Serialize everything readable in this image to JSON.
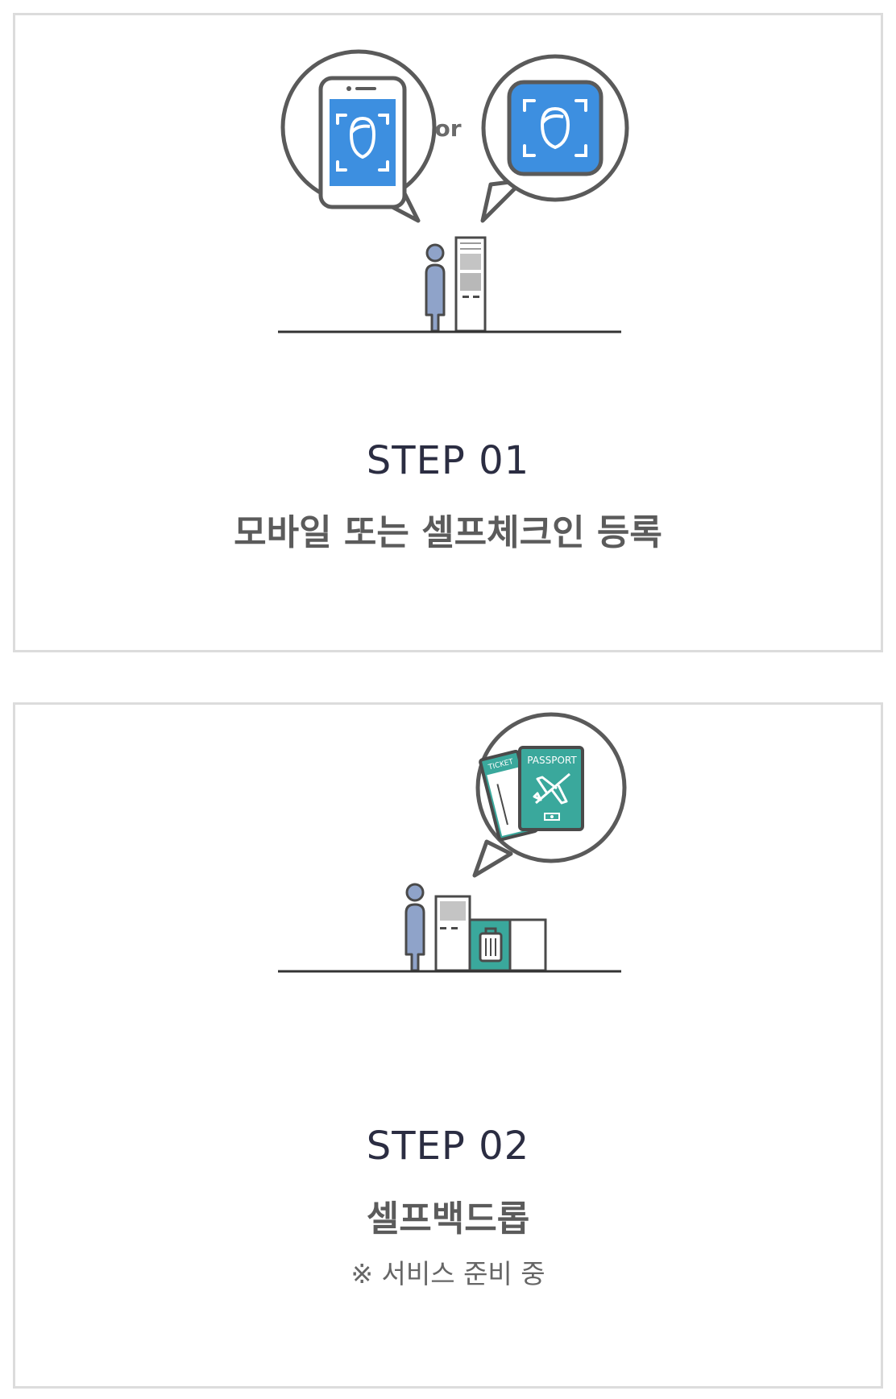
{
  "steps": [
    {
      "number": "STEP 01",
      "title": "모바일 또는 셀프체크인 등록",
      "illustration": {
        "separator_text": "or",
        "icons": [
          "smartphone-face-scan-icon",
          "face-scan-icon",
          "person-icon",
          "kiosk-icon"
        ],
        "accent_color": "#3d8fe0"
      }
    },
    {
      "number": "STEP 02",
      "title": "셀프백드롭",
      "note": "※ 서비스 준비 중",
      "illustration": {
        "ticket_label": "TICKET",
        "passport_label": "PASSPORT",
        "icons": [
          "ticket-icon",
          "passport-icon",
          "airplane-icon",
          "person-icon",
          "bag-drop-kiosk-icon",
          "luggage-icon"
        ],
        "accent_color": "#3aa89c"
      }
    }
  ]
}
